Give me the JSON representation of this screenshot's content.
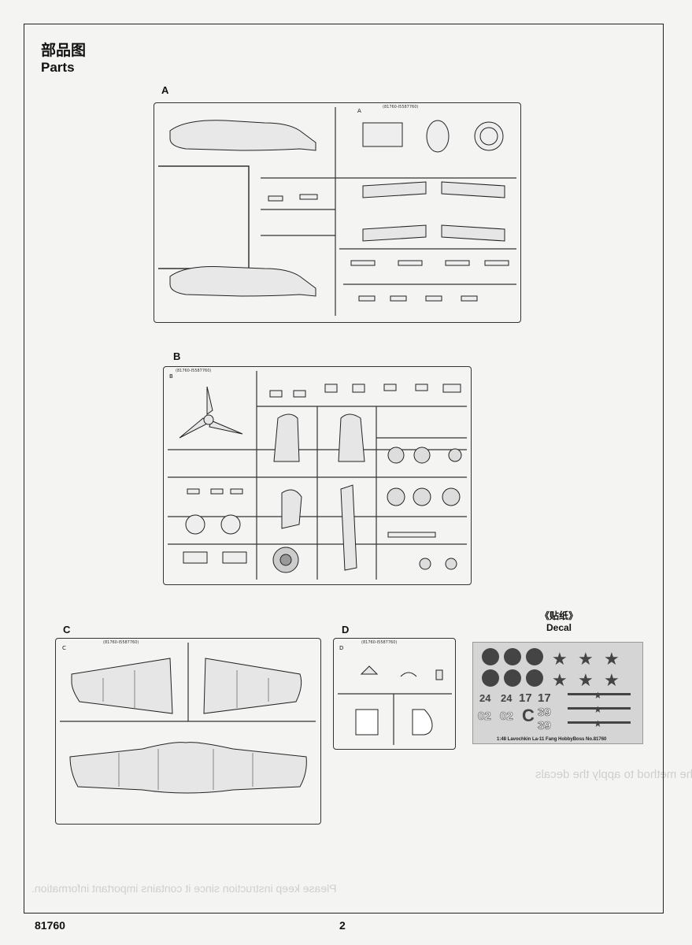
{
  "header": {
    "title_cn": "部品图",
    "title_en": "Parts"
  },
  "sprues": {
    "a": {
      "label": "A",
      "code": "(81760-I5587760)",
      "tag": "A"
    },
    "b": {
      "label": "B",
      "code": "(81760-I5587760)",
      "tag": "B"
    },
    "c": {
      "label": "C",
      "code": "(81760-I5587760)",
      "tag": "C"
    },
    "d": {
      "label": "D",
      "code": "(81760-I5587760)",
      "tag": "D"
    }
  },
  "decal": {
    "title_cn": "《贴纸》",
    "title_en": "Decal",
    "sheet_caption": "1:48 Lavochkin La-11 Fang    HobbyBoss No.81760",
    "markings": [
      "24",
      "24",
      "17",
      "17",
      "39",
      "39",
      "02",
      "02",
      "C"
    ]
  },
  "footer": {
    "code": "81760",
    "page": "2"
  },
  "background_ghost": {
    "mirror_text": "Please keep instruction since it contains important information.",
    "method_heading": "The method to apply the decals"
  }
}
